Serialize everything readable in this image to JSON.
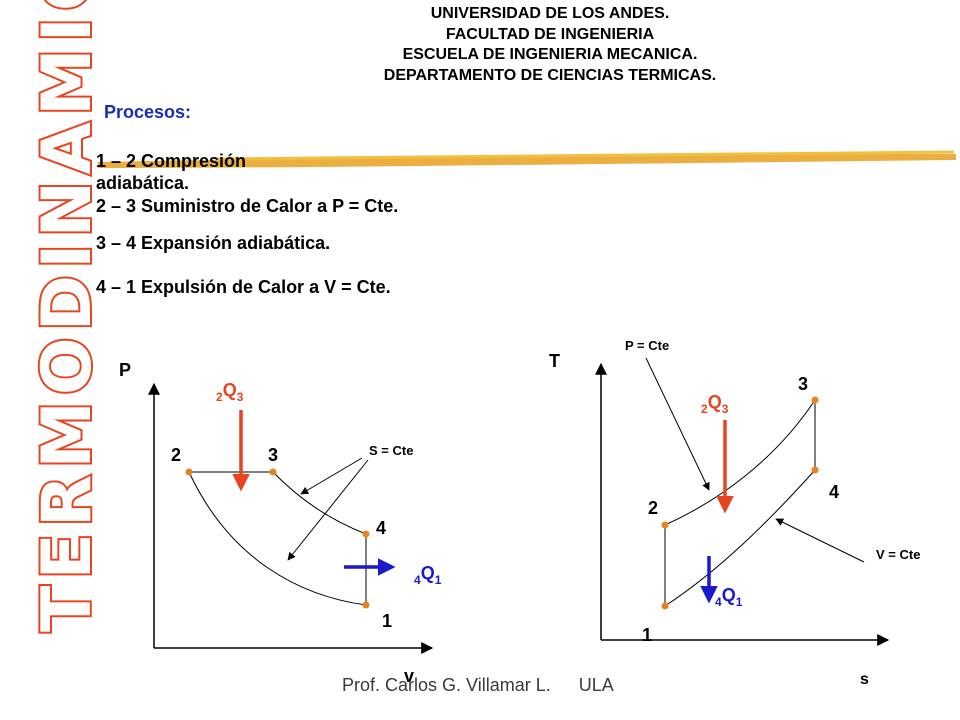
{
  "header": {
    "line1": "UNIVERSIDAD DE LOS ANDES.",
    "line2": "FACULTAD DE INGENIERIA",
    "line3": "ESCUELA DE INGENIERIA MECANICA.",
    "line4": "DEPARTAMENTO DE CIENCIAS TERMICAS."
  },
  "side_title": "TERMODINAMICA.",
  "section_title": "Procesos:",
  "processes": [
    "1 – 2 Compresión adiabática.",
    "2 – 3 Suministro  de Calor a P = Cte.",
    "3 – 4 Expansión adiabática.",
    "4 – 1 Expulsión de Calor a V = Cte."
  ],
  "pv_diagram": {
    "y_axis_label": "P",
    "x_axis_label": "v",
    "state_labels": [
      "1",
      "2",
      "3",
      "4"
    ],
    "heat_in": {
      "sub": "2",
      "main": "Q",
      "subscript": "3"
    },
    "heat_out": {
      "sub": "4",
      "main": "Q",
      "subscript": "1"
    },
    "annotation": "S = Cte"
  },
  "ts_diagram": {
    "y_axis_label": "T",
    "x_axis_label": "s",
    "state_labels": [
      "1",
      "2",
      "3",
      "4"
    ],
    "heat_in": {
      "sub": "2",
      "main": "Q",
      "subscript": "3"
    },
    "heat_out": {
      "sub": "4",
      "main": "Q",
      "subscript": "1"
    },
    "annotation_pressure": "P = Cte",
    "annotation_volume": "V = Cte"
  },
  "footer": {
    "author": "Prof. Carlos G. Villamar L.",
    "institution": "ULA"
  },
  "colors": {
    "side_title_outline": "#e8441f",
    "section_title": "#1a2fb0",
    "point": "#e8821f",
    "heat_in_arrow": "#e8441f",
    "heat_out_arrow": "#1a1acc",
    "underline": "#e8a020"
  }
}
